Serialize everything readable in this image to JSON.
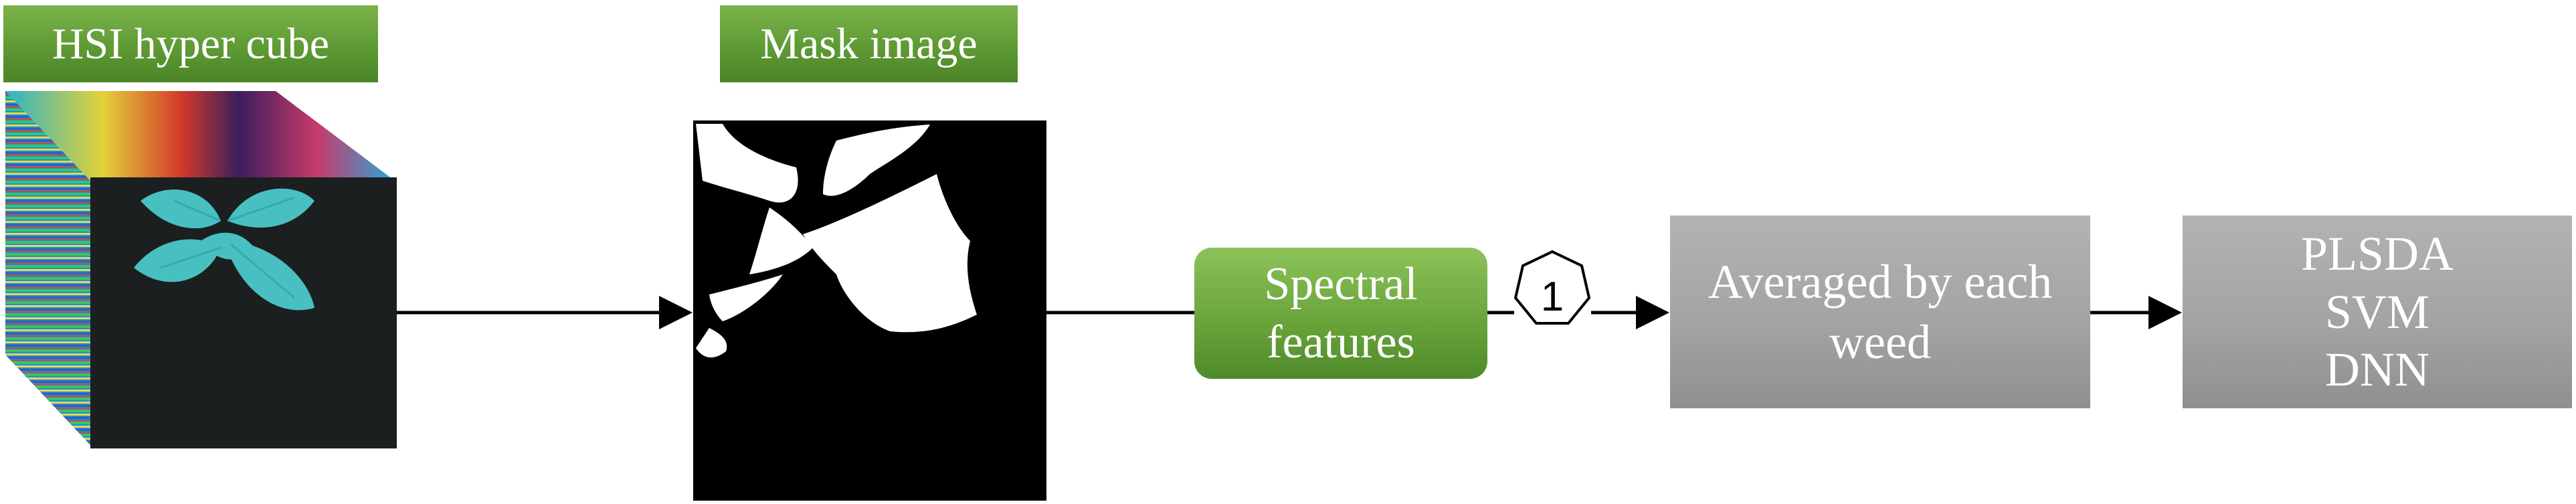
{
  "labels": {
    "hsi": "HSI hyper cube",
    "mask": "Mask image"
  },
  "nodes": {
    "spectral": [
      "Spectral",
      "features"
    ],
    "averaged": [
      "Averaged by each",
      "weed"
    ],
    "models": [
      "PLSDA",
      "SVM",
      "DNN"
    ]
  },
  "marker": "1",
  "colors": {
    "green_label": "#5e9a34",
    "green_node": "#6aa53c",
    "gray_node": "#a2a2a2",
    "plant": "#4fd7d9",
    "mask_bg": "#000000",
    "mask_fg": "#ffffff"
  }
}
